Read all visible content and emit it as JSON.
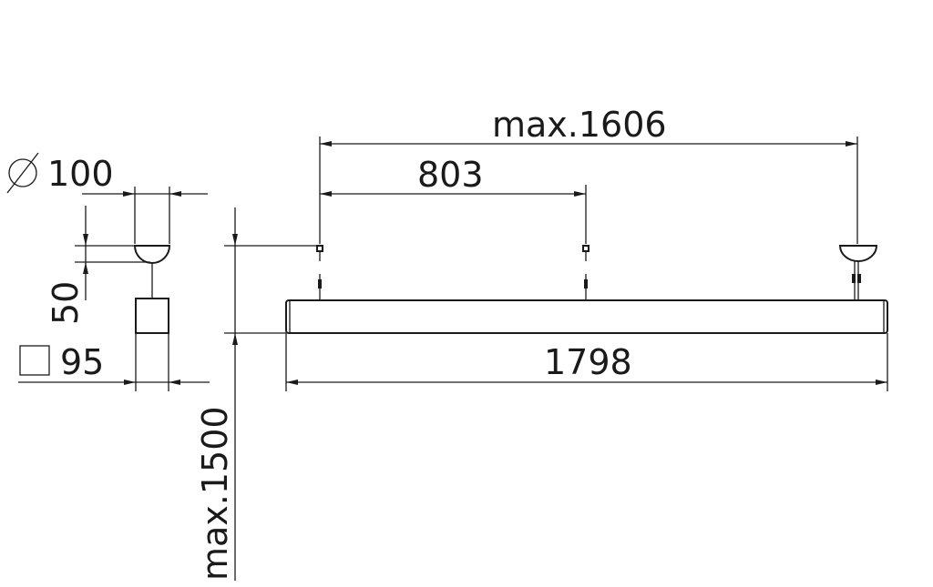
{
  "dimensions": {
    "diameter": "100",
    "height": "50",
    "square": "95",
    "drop": "max.1500",
    "span_max": "max.1606",
    "span_half": "803",
    "length": "1798"
  },
  "icons": {
    "diameter": "diameter-symbol-icon",
    "square": "square-symbol-icon"
  }
}
